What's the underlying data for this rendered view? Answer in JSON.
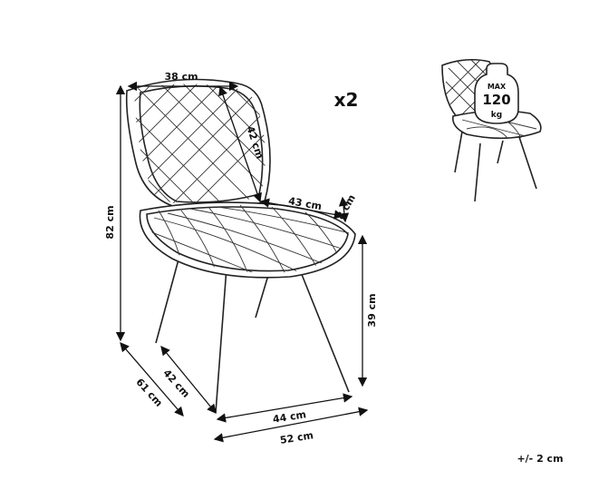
{
  "dimensions": {
    "top_width": "38 cm",
    "back_diagonal": "42 cm",
    "height_total": "82 cm",
    "seat_depth": "43 cm",
    "seat_thickness": "8 cm",
    "seat_height": "39 cm",
    "depth_inner": "42 cm",
    "depth_outer": "61 cm",
    "width_inner": "44 cm",
    "width_outer": "52 cm"
  },
  "quantity": "x2",
  "max_load": {
    "max": "MAX",
    "value": "120",
    "unit": "kg"
  },
  "tolerance": "+/- 2 cm"
}
